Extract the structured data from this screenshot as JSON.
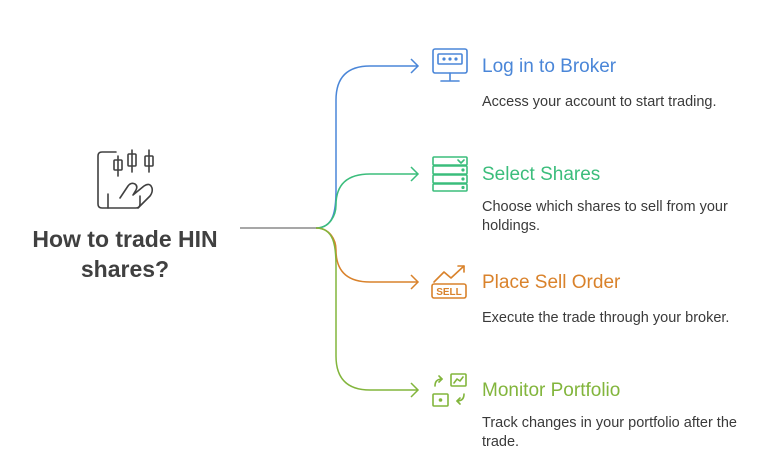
{
  "central": {
    "title_line1": "How to trade HIN",
    "title_line2": "shares?",
    "icon": "tablet-candlestick-chart-icon"
  },
  "steps": [
    {
      "title": "Log in to Broker",
      "description": "Access your account to start trading.",
      "icon": "computer-monitor-icon",
      "color": "#4a86d8"
    },
    {
      "title": "Select Shares",
      "description": "Choose which shares to sell from your holdings.",
      "icon": "server-list-icon",
      "color": "#3bbd7c"
    },
    {
      "title": "Place Sell Order",
      "description": "Execute the trade through your broker.",
      "icon": "sell-sign-trend-icon",
      "color": "#d9822b"
    },
    {
      "title": "Monitor Portfolio",
      "description": "Track changes in your portfolio after the trade.",
      "icon": "monitor-exchange-icon",
      "color": "#82b53c"
    }
  ],
  "colors": {
    "trunk": "#8a8a8a",
    "text": "#404040"
  }
}
